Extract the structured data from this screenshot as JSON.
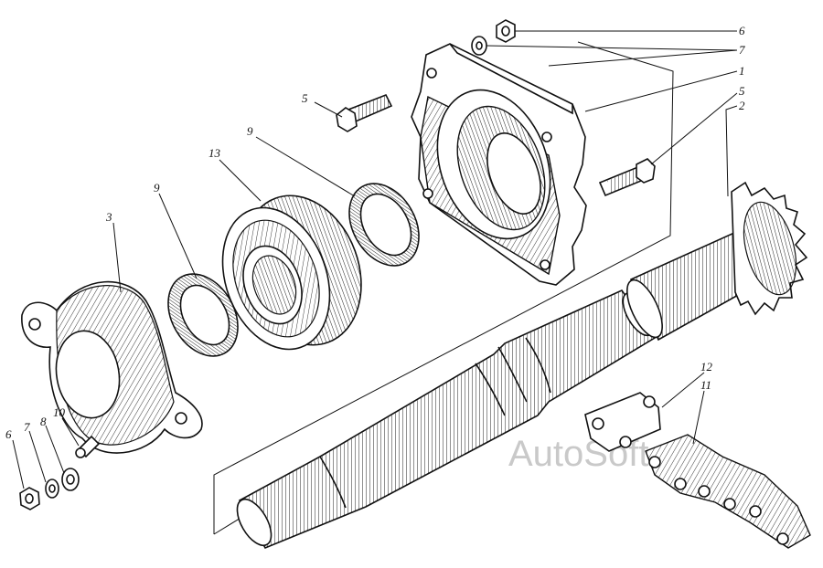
{
  "labels": {
    "l1": "1",
    "l2": "2",
    "l3": "3",
    "l5a": "5",
    "l5b": "5",
    "l6a": "6",
    "l6b": "6",
    "l7a": "7",
    "l7b": "7",
    "l8": "8",
    "l9a": "9",
    "l9b": "9",
    "l10": "10",
    "l11": "11",
    "l12": "12",
    "l13": "13"
  },
  "watermark": "AutoSoft"
}
